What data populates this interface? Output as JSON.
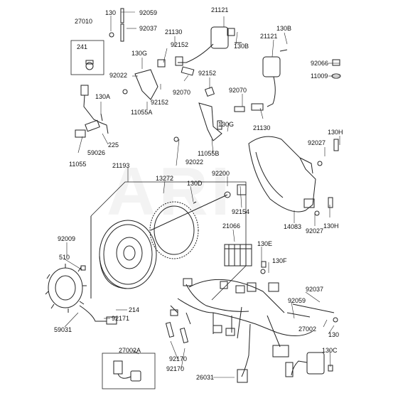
{
  "watermark": "ARI",
  "part_labels": [
    {
      "id": "l1",
      "text": "130"
    },
    {
      "id": "l2",
      "text": "92059"
    },
    {
      "id": "l3",
      "text": "27010"
    },
    {
      "id": "l4",
      "text": "92037"
    },
    {
      "id": "l5",
      "text": "21121"
    },
    {
      "id": "l6",
      "text": "241"
    },
    {
      "id": "l7",
      "text": "21130"
    },
    {
      "id": "l8",
      "text": "21121"
    },
    {
      "id": "l9",
      "text": "130B"
    },
    {
      "id": "l10",
      "text": "130G"
    },
    {
      "id": "l11",
      "text": "92152"
    },
    {
      "id": "l12",
      "text": "130B"
    },
    {
      "id": "l13",
      "text": "92066"
    },
    {
      "id": "l14",
      "text": "11009"
    },
    {
      "id": "l15",
      "text": "92022"
    },
    {
      "id": "l16",
      "text": "92070"
    },
    {
      "id": "l17",
      "text": "92152"
    },
    {
      "id": "l18",
      "text": "92070"
    },
    {
      "id": "l19",
      "text": "92152"
    },
    {
      "id": "l20",
      "text": "130A"
    },
    {
      "id": "l21",
      "text": "11055A"
    },
    {
      "id": "l22",
      "text": "130G"
    },
    {
      "id": "l23",
      "text": "21130"
    },
    {
      "id": "l24",
      "text": "130H"
    },
    {
      "id": "l25",
      "text": "225"
    },
    {
      "id": "l26",
      "text": "92027"
    },
    {
      "id": "l27",
      "text": "11055B"
    },
    {
      "id": "l28",
      "text": "59026"
    },
    {
      "id": "l29",
      "text": "11055"
    },
    {
      "id": "l30",
      "text": "92022"
    },
    {
      "id": "l31",
      "text": "21193"
    },
    {
      "id": "l32",
      "text": "13272"
    },
    {
      "id": "l33",
      "text": "92200"
    },
    {
      "id": "l34",
      "text": "130D"
    },
    {
      "id": "l35",
      "text": "92154"
    },
    {
      "id": "l36",
      "text": "14083"
    },
    {
      "id": "l37",
      "text": "92027"
    },
    {
      "id": "l38",
      "text": "130H"
    },
    {
      "id": "l39",
      "text": "21066"
    },
    {
      "id": "l40",
      "text": "92009"
    },
    {
      "id": "l41",
      "text": "130E"
    },
    {
      "id": "l42",
      "text": "510"
    },
    {
      "id": "l43",
      "text": "130F"
    },
    {
      "id": "l44",
      "text": "92037"
    },
    {
      "id": "l45",
      "text": "214"
    },
    {
      "id": "l46",
      "text": "92059"
    },
    {
      "id": "l47",
      "text": "92171"
    },
    {
      "id": "l48",
      "text": "59031"
    },
    {
      "id": "l49",
      "text": "27002"
    },
    {
      "id": "l50",
      "text": "130"
    },
    {
      "id": "l51",
      "text": "27002A"
    },
    {
      "id": "l52",
      "text": "130C"
    },
    {
      "id": "l53",
      "text": "92170"
    },
    {
      "id": "l54",
      "text": "92170"
    },
    {
      "id": "l55",
      "text": "26031"
    }
  ]
}
